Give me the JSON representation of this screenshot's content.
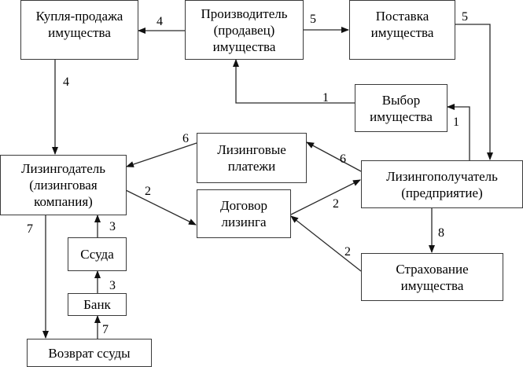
{
  "diagram": {
    "type": "leasing-process-flowchart",
    "nodes": {
      "purchase_sale": "Купля-продажа\nимущества",
      "producer": "Производитель\n(продавец)\nимущества",
      "delivery": "Поставка\nимущества",
      "selection": "Выбор\nимущества",
      "lease_payments": "Лизинговые\nплатежи",
      "lessor": "Лизингодатель\n(лизинговая\nкомпания)",
      "lease_contract": "Договор\nлизинга",
      "lessee": "Лизингополучатель\n(предприятие)",
      "loan": "Ссуда",
      "bank": "Банк",
      "insurance": "Страхование\nимущества",
      "loan_repayment": "Возврат ссуды"
    },
    "edges": [
      {
        "from": "producer",
        "to": "purchase_sale",
        "label": "4"
      },
      {
        "from": "purchase_sale",
        "to": "lessor",
        "label": "4"
      },
      {
        "from": "producer",
        "to": "delivery",
        "label": "5"
      },
      {
        "from": "delivery",
        "to": "lessee",
        "label": "5"
      },
      {
        "from": "selection",
        "to": "producer",
        "label": "1"
      },
      {
        "from": "lessee",
        "to": "selection",
        "label": "1"
      },
      {
        "from": "lease_payments",
        "to": "lessor",
        "label": "6"
      },
      {
        "from": "lessee",
        "to": "lease_payments",
        "label": "6"
      },
      {
        "from": "lessor",
        "to": "lease_contract",
        "label": "2"
      },
      {
        "from": "lease_contract",
        "to": "lessee",
        "label": "2"
      },
      {
        "from": "lessee",
        "to": "lease_contract",
        "label": "2"
      },
      {
        "from": "insurance",
        "to": "lease_contract",
        "label": "2"
      },
      {
        "from": "lessee",
        "to": "insurance",
        "label": "8"
      },
      {
        "from": "loan",
        "to": "lessor",
        "label": "3"
      },
      {
        "from": "bank",
        "to": "loan",
        "label": "3"
      },
      {
        "from": "loan_repayment",
        "to": "bank",
        "label": "7"
      },
      {
        "from": "lessor",
        "to": "loan_repayment",
        "label": "7"
      }
    ]
  }
}
